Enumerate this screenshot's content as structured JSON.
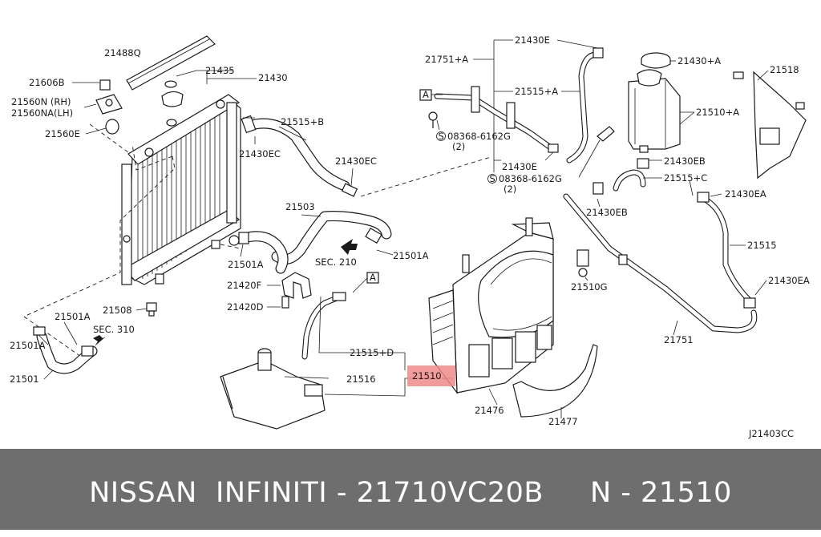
{
  "diagram": {
    "doc_code": "J21403CC",
    "highlight_color": "#f08a8a",
    "labels": {
      "p21488Q": "21488Q",
      "p21435": "21435",
      "p21430": "21430",
      "p21606B": "21606B",
      "p21560N": "21560N (RH)",
      "p21560NA": "21560NA(LH)",
      "p21560E": "21560E",
      "p21515B": "21515+B",
      "p21430EC_a": "21430EC",
      "p21430EC_b": "21430EC",
      "p21503": "21503",
      "p21501A_a": "21501A",
      "p21501A_b": "21501A",
      "sec210": "SEC. 210",
      "p21420F": "21420F",
      "p21420D": "21420D",
      "p21508": "21508",
      "p21501A_c": "21501A",
      "p21501A_d": "21501A",
      "sec310": "SEC. 310",
      "p21501": "21501",
      "p21751A": "21751+A",
      "p21430E_a": "21430E",
      "p21515A": "21515+A",
      "ref_a1": "A",
      "p08368_a": "08368-6162G",
      "p08368_a_qty": "(2)",
      "p21430E_b": "21430E",
      "p08368_b": "08368-6162G",
      "p08368_b_qty": "(2)",
      "p21430A": "21430+A",
      "p21518": "21518",
      "p21510A": "21510+A",
      "p21430EB_a": "21430EB",
      "p21515C": "21515+C",
      "p21430EA_a": "21430EA",
      "p21430EB_b": "21430EB",
      "p21515": "21515",
      "p21510G": "21510G",
      "p21430EA_b": "21430EA",
      "p21751": "21751",
      "ref_a2": "A",
      "p21515D": "21515+D",
      "p21516": "21516",
      "p21510": "21510",
      "p21476": "21476",
      "p21477": "21477"
    }
  },
  "footer": {
    "text": "NISSAN  INFINITI - 21710VC20B     N - 21510"
  }
}
